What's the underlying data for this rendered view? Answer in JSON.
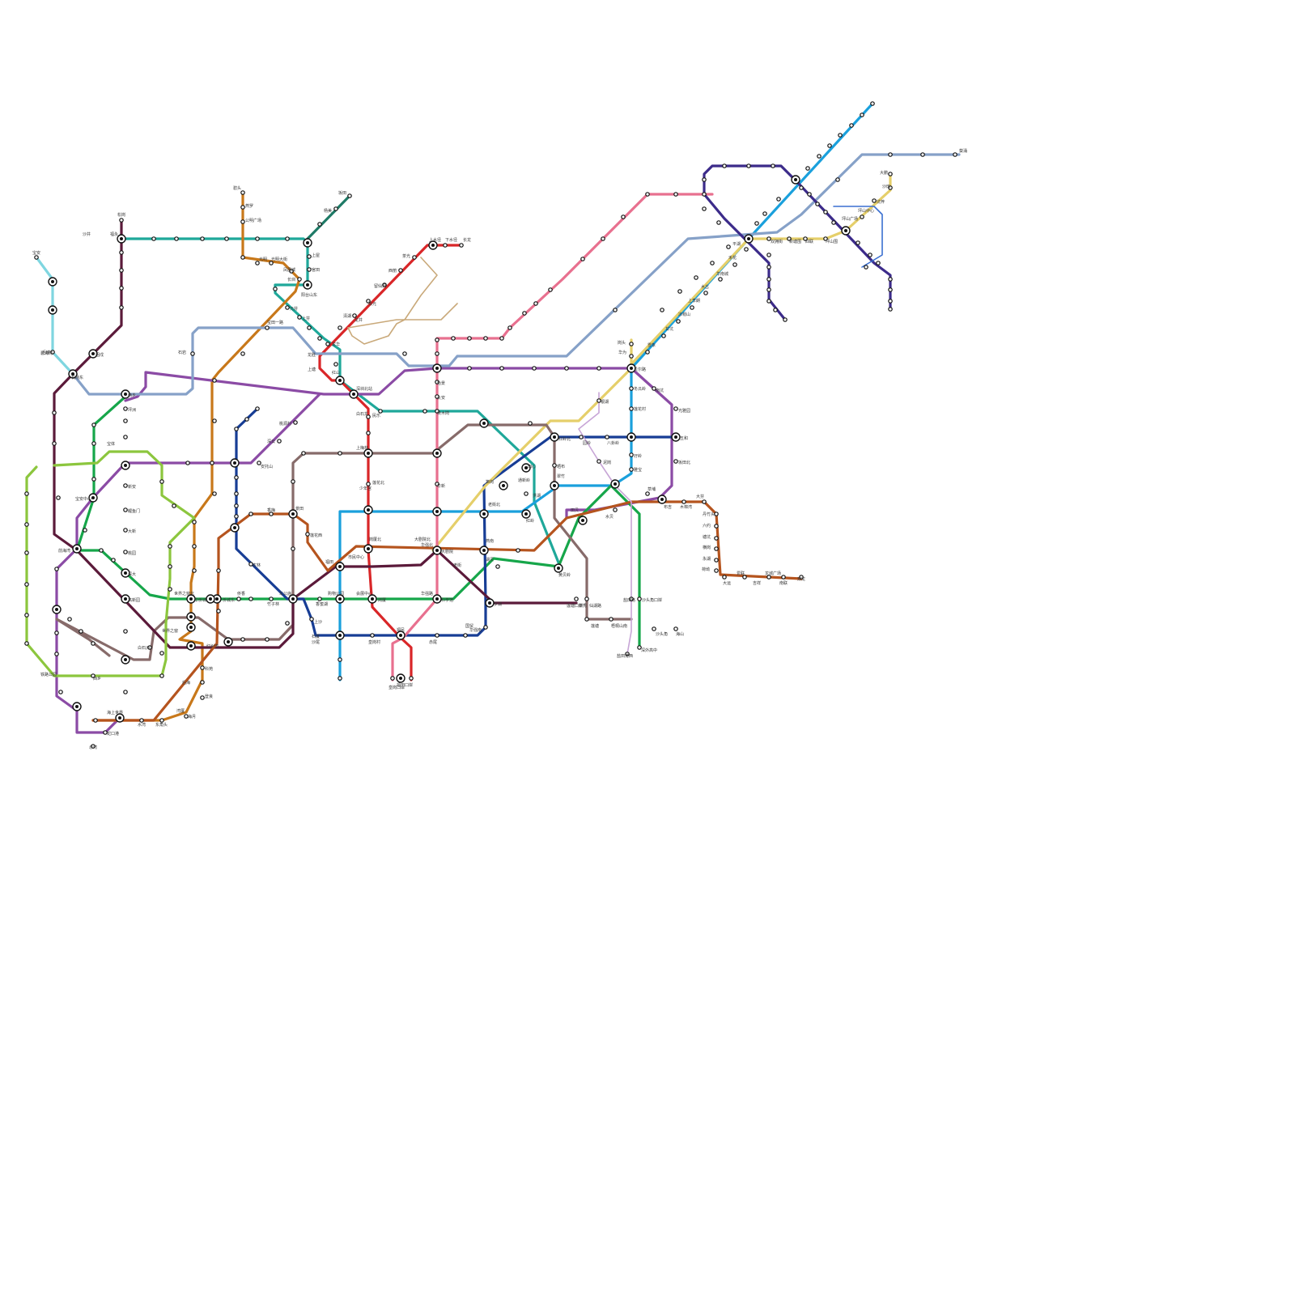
{
  "map": {
    "colors": {
      "line1": "#1fa89a",
      "line2": "#c8781a",
      "line3": "#1aa0dc",
      "line4": "#d92628",
      "line5": "#8b4ba5",
      "line6": "#16a64a",
      "line7": "#173d95",
      "line8": "#e5cf6a",
      "line9": "#876b6a",
      "line10": "#e8708f",
      "line11": "#5b1a3a",
      "line12": "#b5541e",
      "line14": "#86a1c8",
      "line16": "#3c2b8a",
      "line20": "#7fd6e0",
      "lineG": "#8cc63e",
      "lineS": "#c7a5d6",
      "lineB": "#1e7a66",
      "lineT": "#c9a97a",
      "lineL": "#3a6fd0"
    },
    "lines": [
      {
        "id": "line1",
        "color": "#1fa89a"
      },
      {
        "id": "line2",
        "color": "#c8781a"
      },
      {
        "id": "line3",
        "color": "#1aa0dc"
      },
      {
        "id": "line4",
        "color": "#d92628"
      },
      {
        "id": "line5",
        "color": "#8b4ba5"
      },
      {
        "id": "line6",
        "color": "#16a64a"
      },
      {
        "id": "line7",
        "color": "#173d95"
      },
      {
        "id": "line8",
        "color": "#e5cf6a"
      },
      {
        "id": "line9",
        "color": "#876b6a"
      },
      {
        "id": "line10",
        "color": "#e8708f"
      },
      {
        "id": "line11",
        "color": "#5b1a3a"
      },
      {
        "id": "line12",
        "color": "#b5541e"
      },
      {
        "id": "line14",
        "color": "#86a1c8"
      },
      {
        "id": "line16",
        "color": "#3c2b8a"
      },
      {
        "id": "line20",
        "color": "#7fd6e0"
      },
      {
        "id": "lineG",
        "color": "#8cc63e"
      },
      {
        "id": "lineS",
        "color": "#c7a5d6"
      },
      {
        "id": "lineB",
        "color": "#1e7a66"
      },
      {
        "id": "lineT",
        "color": "#c9a97a"
      },
      {
        "id": "lineL",
        "color": "#3a6fd0"
      }
    ],
    "labels": {
      "l1": "罗湖",
      "l2": "国贸",
      "l3": "老街",
      "l4": "大剧院",
      "l5": "科学馆",
      "l6": "华强路",
      "l7": "岗厦",
      "l8": "会展中心",
      "l9": "购物公园",
      "l10": "香蜜湖",
      "l11": "车公庙",
      "l12": "竹子林",
      "l13": "侨城东",
      "l14": "华侨城",
      "l15": "世界之窗",
      "l16": "白石洲",
      "l17": "高新园",
      "l18": "深大",
      "l19": "桃园",
      "l20": "大新",
      "l21": "鲤鱼门",
      "l22": "前海湾",
      "l23": "新安",
      "l24": "宝安中心",
      "l25": "宝体",
      "l26": "坪洲",
      "l27": "西乡",
      "l28": "固戍",
      "l29": "后瑞",
      "l30": "机场东",
      "l31": "福田口岸",
      "l32": "福民",
      "l33": "皇岗口岸",
      "l34": "石厦",
      "l35": "少年宫",
      "l36": "莲花北",
      "l37": "上梅林",
      "l38": "民乐",
      "l39": "白石龙",
      "l40": "深圳北站",
      "l41": "红山",
      "l42": "上塘",
      "l43": "龙胜",
      "l44": "龙华",
      "l45": "清湖",
      "l46": "赤湾",
      "l47": "蛇口港",
      "l48": "海上世界",
      "l49": "水湾",
      "l50": "东角头",
      "l51": "湾厦",
      "l52": "海月",
      "l53": "登良",
      "l54": "后海",
      "l55": "科苑",
      "l56": "红树湾",
      "l57": "世界之窗北",
      "l58": "侨香",
      "l59": "香梅",
      "l60": "景田",
      "l61": "莲花西",
      "l62": "福田",
      "l63": "市民中心",
      "l64": "岗厦北",
      "l65": "华强北",
      "l66": "燕南",
      "l67": "大剧院北",
      "l68": "湖贝",
      "l69": "黄贝岭",
      "l70": "新秀",
      "l71": "莲塘口岸",
      "l72": "仙湖路",
      "l73": "莲塘",
      "l74": "梧桐山南",
      "l75": "沙头角",
      "l76": "海山",
      "l77": "盐田港西",
      "l78": "深外高中",
      "l79": "盐田路",
      "l80": "沙头角口岸",
      "l81": "双龙",
      "l82": "南联",
      "l83": "龙城广场",
      "l84": "吉祥",
      "l85": "爱联",
      "l86": "大运",
      "l87": "荷坳",
      "l88": "永湖",
      "l89": "横岗",
      "l90": "塘坑",
      "l91": "六约",
      "l92": "丹竹头",
      "l93": "大芬",
      "l94": "木棉湾",
      "l95": "布吉",
      "l96": "草埔",
      "l97": "水贝",
      "l98": "田贝",
      "l99": "翠竹",
      "l100": "晒布",
      "l101": "通新岭",
      "l102": "红岭",
      "l103": "老街北",
      "l104": "笋岗",
      "l105": "洪湖",
      "l106": "田心",
      "l107": "红岭北",
      "l108": "园岭",
      "l109": "八卦岭",
      "l110": "银湖",
      "l111": "泥岗",
      "l112": "莲花村",
      "l113": "冬瓜岭",
      "l114": "孖岭",
      "l115": "雅宝",
      "l116": "南坑",
      "l117": "光雅园",
      "l118": "五和",
      "l119": "坂田北",
      "l120": "贝尔路",
      "l121": "华为",
      "l122": "岗头",
      "l123": "雪象",
      "l124": "甘坑",
      "l125": "凉帽山",
      "l126": "上李朗",
      "l127": "木古",
      "l128": "华南城",
      "l129": "禾花",
      "l130": "平湖",
      "l131": "双拥街",
      "l132": "新塘围",
      "l133": "四联",
      "l134": "坪山围",
      "l135": "坪山广场",
      "l136": "坪山中心",
      "l137": "坑梓",
      "l138": "沙田",
      "l139": "大鹏",
      "l140": "葵涌",
      "l141": "石岩",
      "l142": "宝田一路",
      "l143": "福永",
      "l144": "沙井",
      "l145": "松岗",
      "l146": "碧头",
      "l147": "燕罗",
      "l148": "公明广场",
      "l149": "光明",
      "l150": "光明大街",
      "l151": "凤凰城",
      "l152": "长圳",
      "l153": "上屋",
      "l154": "官田",
      "l155": "阳台山东",
      "l156": "元芬",
      "l157": "上芬",
      "l158": "红山",
      "l159": "深圳北站",
      "l160": "坂田",
      "l161": "杨美",
      "l162": "上水径",
      "l163": "下水径",
      "l164": "长龙",
      "l165": "爱联",
      "l166": "留仙洞",
      "l167": "西丽",
      "l168": "茶光",
      "l169": "珠光",
      "l170": "龙井",
      "l171": "桃源村",
      "l172": "深云",
      "l173": "安托山",
      "l174": "农林",
      "l175": "上沙",
      "l176": "沙尾",
      "l177": "石厦",
      "l178": "皇岗村",
      "l179": "福民",
      "l180": "赤尾",
      "l181": "华强南",
      "l182": "华新",
      "l183": "黄木岗",
      "l184": "八卦岭",
      "l185": "红岭北",
      "l186": "笋岗",
      "l187": "洪湖",
      "l188": "田贝",
      "l189": "太安",
      "l190": "怡景",
      "l191": "黄贝岭",
      "l192": "碧海湾",
      "l193": "铁路公园",
      "l194": "西乡",
      "l195": "宝安"
    }
  }
}
